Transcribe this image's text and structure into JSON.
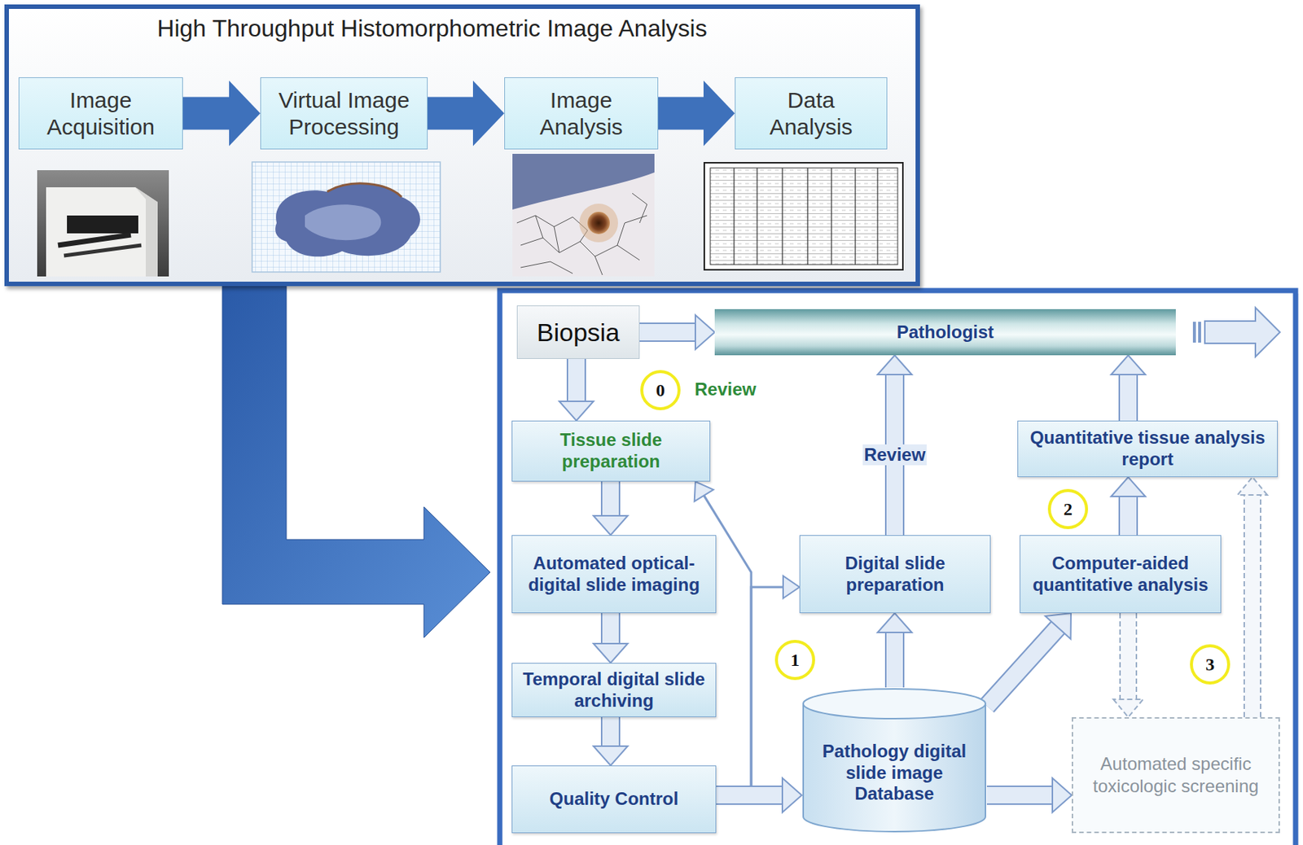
{
  "diagram": {
    "nodes": [
      {
        "text": [
          "High Throughput Histomorphometric Image Analysis"
        ]
      },
      {
        "text": [
          "Image Acquisition"
        ],
        "in": 0
      },
      {
        "text": [
          "Virtual Image Processing"
        ],
        "in": 0
      },
      {
        "text": [
          "Image Analysis"
        ],
        "in": 0
      },
      {
        "text": [
          "Data Analysis"
        ],
        "in": 0
      },
      {
        "text": [
          "Biopsia"
        ]
      },
      {
        "text": [
          "Pathologist"
        ]
      },
      {
        "text": [
          "Tissue slide preparation"
        ]
      },
      {
        "text": [
          "Quantitative tissue analysis report"
        ]
      },
      {
        "text": [
          "Automated optical-digital slide imaging"
        ]
      },
      {
        "text": [
          "Digital slide preparation"
        ]
      },
      {
        "text": [
          "Computer-aided quantitative analysis"
        ]
      },
      {
        "text": [
          "Temporal digital slide archiving"
        ]
      },
      {
        "text": [
          "Pathology digital slide image Database"
        ]
      },
      {
        "text": [
          "Quality Control"
        ]
      },
      {
        "text": [
          "Automated specific toxicologic screening"
        ]
      }
    ],
    "edges": [
      {
        "from": 1,
        "to": 2,
        "arrow": "to"
      },
      {
        "from": 2,
        "to": 3,
        "arrow": "to"
      },
      {
        "from": 3,
        "to": 4,
        "arrow": "to"
      },
      {
        "from": 5,
        "to": 6,
        "arrow": "to"
      },
      {
        "from": 5,
        "to": 7,
        "arrow": "to"
      },
      {
        "from": 7,
        "to": 9,
        "arrow": "to"
      },
      {
        "from": 9,
        "to": 12,
        "arrow": "to"
      },
      {
        "from": 12,
        "to": 14,
        "arrow": "to"
      },
      {
        "from": 14,
        "to": 13,
        "arrow": "to"
      },
      {
        "from": 14,
        "to": 10,
        "arrow": "to"
      },
      {
        "from": 14,
        "to": 7,
        "arrow": "to"
      },
      {
        "from": 13,
        "to": 10,
        "arrow": "to"
      },
      {
        "from": 10,
        "to": 6,
        "label": "Review",
        "arrow": "to"
      },
      {
        "from": 13,
        "to": 11,
        "arrow": "to"
      },
      {
        "from": 13,
        "to": 15,
        "arrow": "to"
      },
      {
        "from": 11,
        "to": 8,
        "arrow": "to"
      },
      {
        "from": 8,
        "to": 6,
        "arrow": "to"
      },
      {
        "from": 11,
        "to": 15,
        "arrow": "to"
      },
      {
        "from": 15,
        "to": 8,
        "arrow": "to"
      }
    ],
    "labels": [
      "0",
      "Review",
      "1",
      "2",
      "3"
    ]
  }
}
